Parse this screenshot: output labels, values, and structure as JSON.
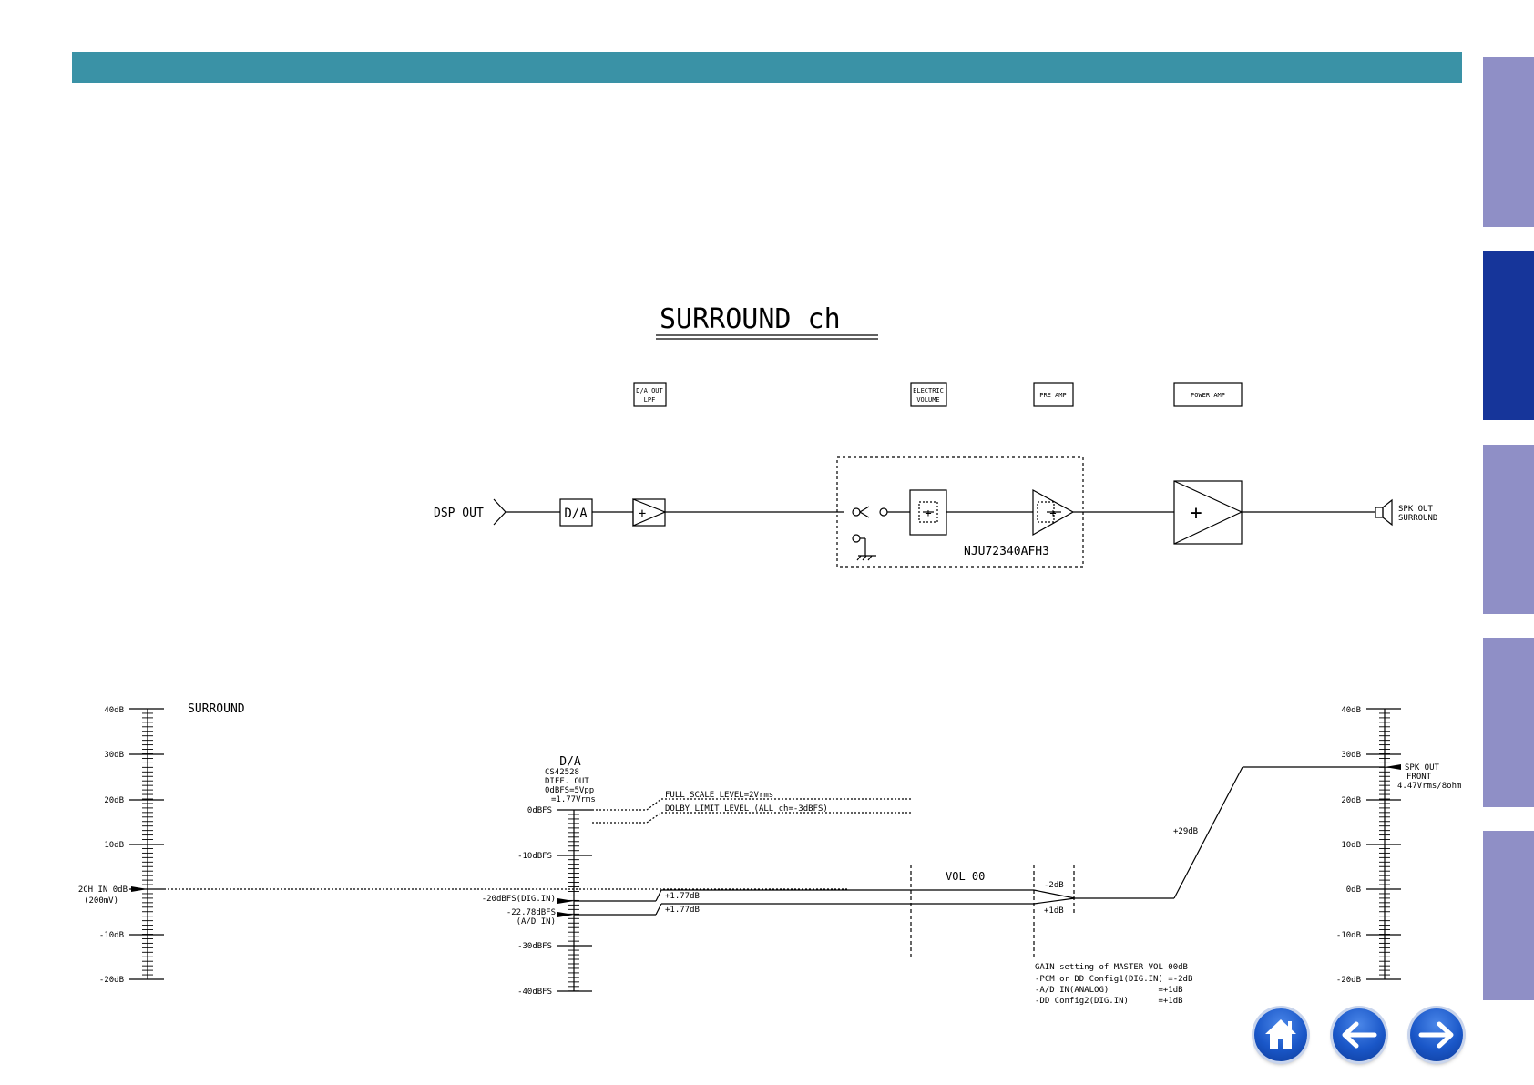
{
  "page": {
    "header_color": "#3a92a6",
    "side_tabs": [
      {
        "state": "inactive",
        "color": "#8f8fc6"
      },
      {
        "state": "active",
        "color": "#16359a"
      },
      {
        "state": "inactive",
        "color": "#8f8fc6"
      },
      {
        "state": "inactive",
        "color": "#8f8fc6"
      },
      {
        "state": "inactive",
        "color": "#8f8fc6"
      }
    ],
    "nav": {
      "home_icon": "house-icon",
      "back_icon": "arrow-left-icon",
      "forward_icon": "arrow-right-icon"
    }
  },
  "diagram": {
    "title": "SURROUND ch",
    "block_labels": {
      "da_out_lpf_1": "D/A OUT",
      "da_out_lpf_2": "LPF",
      "electric_volume_1": "ELECTRIC",
      "electric_volume_2": "VOLUME",
      "pre_amp": "PRE AMP",
      "power_amp": "POWER AMP"
    },
    "signal_chain": {
      "input": "DSP OUT",
      "da_block": "D/A",
      "plus_symbol": "+",
      "ic_name": "NJU72340AFH3",
      "output_1": "SPK OUT",
      "output_2": "SURROUND"
    },
    "level": {
      "section_label": "SURROUND",
      "left_ticks": [
        "40dB",
        "30dB",
        "20dB",
        "10dB",
        "-10dB",
        "-20dB"
      ],
      "input_1": "2CH IN 0dB",
      "input_2": "(200mV)",
      "da_title": "D/A",
      "da_info": [
        "CS42528",
        "DIFF. OUT",
        "0dBFS=5Vpp",
        "=1.77Vrms"
      ],
      "da_ticks": [
        "0dBFS",
        "-10dBFS",
        "-30dBFS",
        "-40dBFS"
      ],
      "dig_in": "-20dBFS(DIG.IN)",
      "ad_in_1": "-22.78dBFS",
      "ad_in_2": "(A/D IN)",
      "full_scale": "FULL SCALE LEVEL=2Vrms",
      "dolby_limit": "DOLBY LIMIT LEVEL (ALL ch=-3dBFS)",
      "gain_1": "+1.77dB",
      "gain_2": "+1.77dB",
      "vol": "VOL 00",
      "minus2": "-2dB",
      "plus1": "+1dB",
      "gain29": "+29dB",
      "right_ticks": [
        "40dB",
        "30dB",
        "20dB",
        "10dB",
        "0dB",
        "-10dB",
        "-20dB"
      ],
      "spk_1": "SPK OUT",
      "spk_2": "FRONT",
      "spk_3": "4.47Vrms/8ohm",
      "gain_notes": [
        "GAIN setting of MASTER VOL 00dB",
        "-PCM or DD Config1(DIG.IN) =-2dB",
        "-A/D IN(ANALOG)          =+1dB",
        "-DD Config2(DIG.IN)      =+1dB"
      ]
    }
  }
}
